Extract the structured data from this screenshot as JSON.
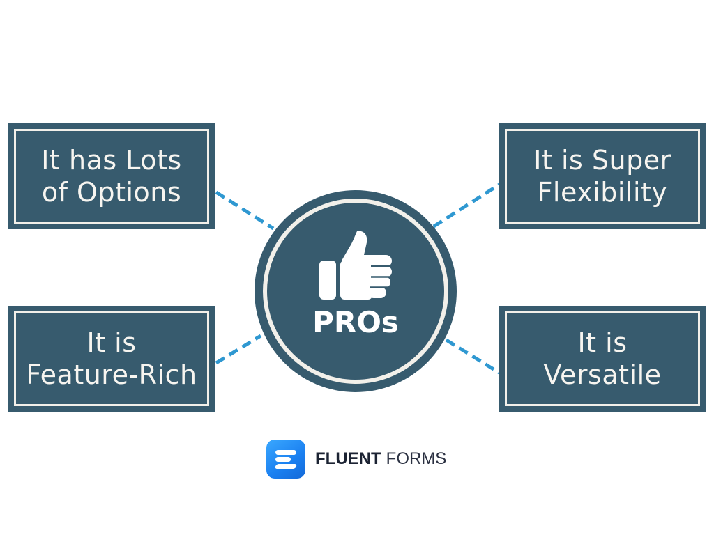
{
  "diagram": {
    "center": {
      "title": "PROs",
      "icon": "thumbs-up-icon"
    },
    "pros": [
      {
        "position": "top-left",
        "lines": [
          "It has Lots",
          "of Options"
        ]
      },
      {
        "position": "top-right",
        "lines": [
          "It is Super",
          "Flexibility"
        ]
      },
      {
        "position": "bottom-left",
        "lines": [
          "It is",
          "Feature-Rich"
        ]
      },
      {
        "position": "bottom-right",
        "lines": [
          "It is",
          "Versatile"
        ]
      }
    ]
  },
  "brand": {
    "name_bold": "FLUENT",
    "name_light": "FORMS",
    "logo_icon": "fluent-forms-logo-icon"
  },
  "colors": {
    "box_fill": "#375b6e",
    "box_border": "#f2f0ea",
    "connector": "#2f98d1",
    "brand_blue": "#1a7ff0"
  }
}
